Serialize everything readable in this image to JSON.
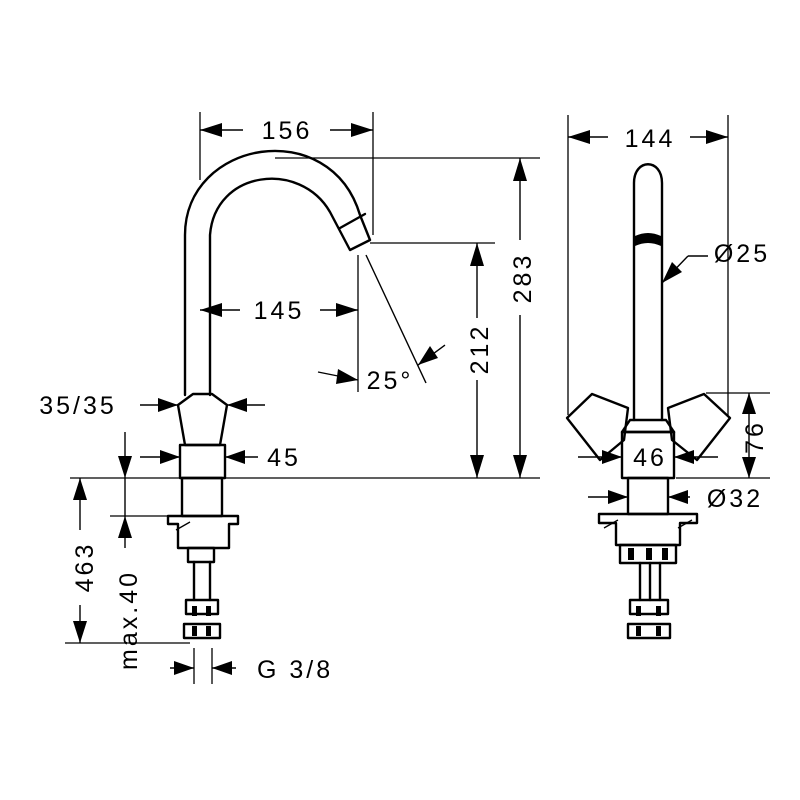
{
  "dimensions": {
    "top_width": "156",
    "spout_reach": "145",
    "angle": "25°",
    "total_height": "283",
    "spout_height": "212",
    "handle_size": "35/35",
    "body_width": "45",
    "through_length": "463",
    "max_deck": "max.40",
    "connection": "G 3/8",
    "side_width": "144",
    "spout_diameter": "Ø25",
    "handle_height": "76",
    "side_body_width": "46",
    "base_diameter": "Ø32"
  },
  "colors": {
    "line": "#000000",
    "background": "#ffffff"
  }
}
